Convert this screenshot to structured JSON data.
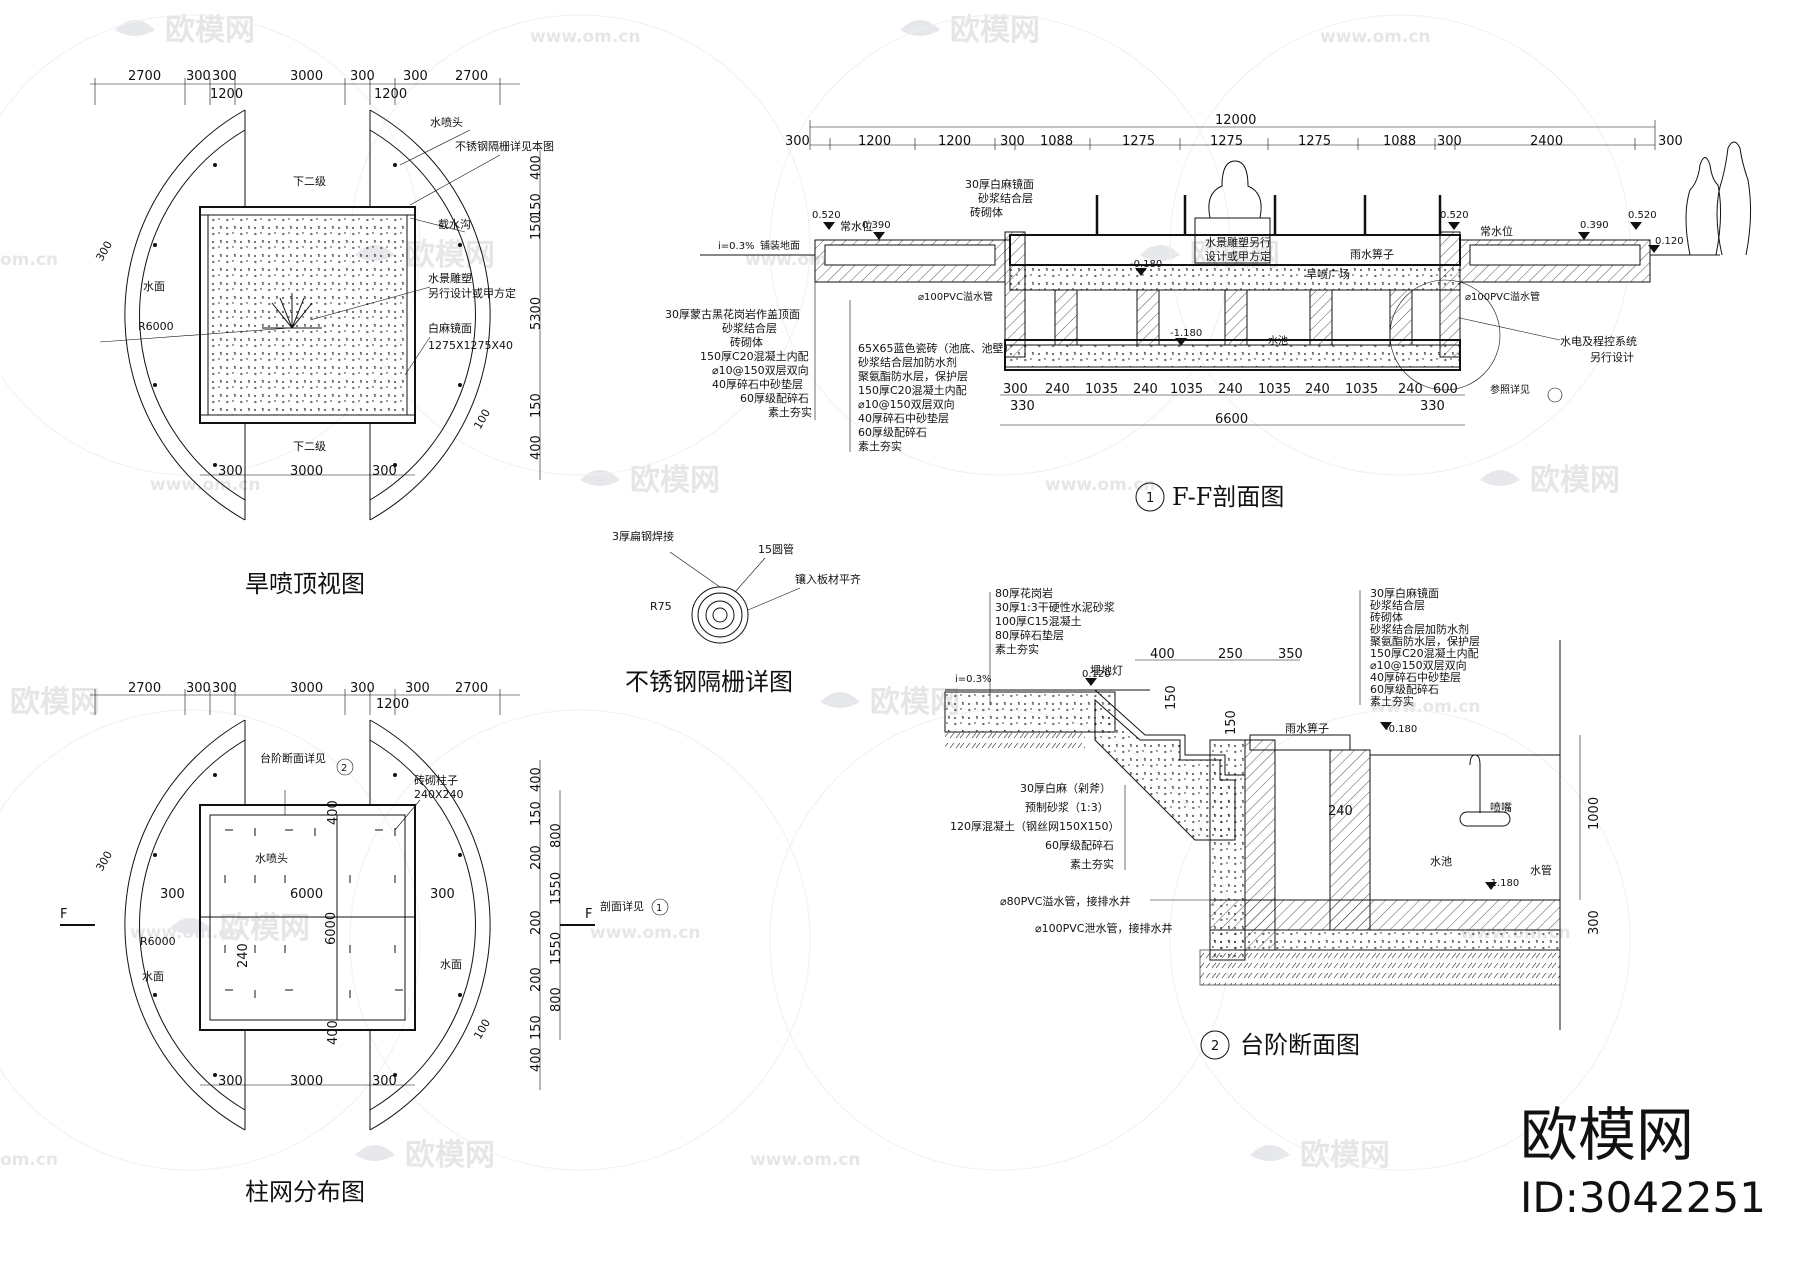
{
  "watermarks": {
    "logo_text": "欧模网",
    "url_text": "www.om.cn",
    "url_short": "om.cn"
  },
  "brand": {
    "name": "欧模网",
    "id_label": "ID:3042251"
  },
  "plan_top": {
    "title": "旱喷顶视图",
    "dims_top": [
      "2700",
      "300",
      "300",
      "3000",
      "300",
      "300",
      "2700"
    ],
    "dims_top2": [
      "1200",
      "1200"
    ],
    "dims_right": [
      "400",
      "150",
      "150",
      "5300",
      "150",
      "400"
    ],
    "dims_bottom": [
      "300",
      "3000",
      "300"
    ],
    "labels": {
      "water_surface": "水面",
      "radius": "R6000",
      "r300": "300",
      "down_top": "下二级",
      "down_bottom": "下二级",
      "nozzle": "水喷头",
      "grille": "不锈钢隔栅详见本图",
      "drain": "截水沟",
      "sculpture": "水景雕塑",
      "sculpture2": "另行设计或甲方定",
      "paving": "白麻镜面",
      "paving_size": "1275X1275X40",
      "r100": "100"
    }
  },
  "plan_grid": {
    "title": "柱网分布图",
    "dims_top": [
      "2700",
      "300",
      "300",
      "3000",
      "300",
      "1200",
      "300",
      "2700"
    ],
    "dims_right": [
      "400",
      "150",
      "800",
      "200",
      "1550",
      "200",
      "1550",
      "200",
      "800",
      "150",
      "400"
    ],
    "dims_bottom": [
      "300",
      "3000",
      "300"
    ],
    "labels": {
      "step_detail": "台阶断面详见",
      "step_ref": "2",
      "brick_col": "砖砌柱子",
      "brick_size": "240X240",
      "nozzle": "水喷头",
      "w6000": "6000",
      "h6000": "6000",
      "left300": "300",
      "right300": "300",
      "water_left": "水面",
      "water_right": "水面",
      "radius": "R6000",
      "r300": "300",
      "section_mark": "F",
      "section_mark2": "F",
      "section_ref_text": "剖面详见",
      "section_ref": "1",
      "d240": "240",
      "d400a": "400",
      "d400b": "400",
      "r100": "100"
    }
  },
  "grille_detail": {
    "title": "不锈钢隔栅详图",
    "labels": {
      "plate": "3厚扁钢焊接",
      "tube": "15圆管",
      "flush": "镶入板材平齐",
      "radius": "R75"
    }
  },
  "section_ff": {
    "title": "F-F剖面图",
    "ref": "1",
    "dim_total": "12000",
    "dims": [
      "300",
      "1200",
      "1200",
      "300",
      "1088",
      "1275",
      "1275",
      "1275",
      "1088",
      "300",
      "2400",
      "300"
    ],
    "dims_bottom": [
      "300",
      "240",
      "1035",
      "240",
      "1035",
      "240",
      "1035",
      "240",
      "1035",
      "240",
      "600"
    ],
    "dims_bottom2": [
      "330",
      "330"
    ],
    "dim_total_bottom": "6600",
    "levels": [
      "0.520",
      "0.390",
      "-0.180",
      "-1.180",
      "0.520",
      "0.390",
      "0.520",
      "0.120"
    ],
    "labels": {
      "normal_water_left": "常水位",
      "normal_water_right": "常水位",
      "slope": "i=0.3%",
      "paving_ground": "铺装地面",
      "finish_right_a": "30厚白麻镜面",
      "finish_right_b": "砂浆结合层",
      "finish_right_c": "砖砌体",
      "sculpture_a": "水景雕塑另行",
      "sculpture_b": "设计或甲方定",
      "drain_grate": "雨水箅子",
      "fountain_plaza": "旱喷广场",
      "overflow_left": "⌀100PVC溢水管",
      "overflow_right": "⌀100PVC溢水管",
      "pool": "水池",
      "mep": "水电及程控系统",
      "mep2": "另行设计",
      "detail_ref": "参照详见",
      "layers_left": [
        "30厚蒙古黑花岗岩作盖顶面",
        "砂浆结合层",
        "砖砌体",
        "150厚C20混凝土内配",
        "⌀10@150双层双向",
        "40厚碎石中砂垫层",
        "60厚级配碎石",
        "素土夯实"
      ],
      "layers_mid": [
        "65X65蓝色瓷砖（池底、池壁）",
        "砂浆结合层加防水剂",
        "聚氨酯防水层，保护层",
        "150厚C20混凝土内配",
        "⌀10@150双层双向",
        "40厚碎石中砂垫层",
        "60厚级配碎石",
        "素土夯实"
      ]
    }
  },
  "section_step": {
    "title": "台阶断面图",
    "ref": "2",
    "dims_top": [
      "400",
      "250",
      "350"
    ],
    "dims_side": [
      "150",
      "150",
      "240",
      "1000",
      "300"
    ],
    "levels": [
      "0.120",
      "-0.180",
      "-1.180"
    ],
    "labels": {
      "slope": "i=0.3%",
      "buried_light": "埋地灯",
      "drain_grate": "雨水箅子",
      "nozzle": "喷嘴",
      "pool": "水池",
      "pipe": "水管",
      "layers_left": [
        "80厚花岗岩",
        "30厚1:3干硬性水泥砂浆",
        "100厚C15混凝土",
        "80厚碎石垫层",
        "素土夯实"
      ],
      "layers_mid": [
        "30厚白麻（剁斧）",
        "预制砂浆（1:3）",
        "120厚混凝土（钢丝网150X150）",
        "60厚级配碎石",
        "素土夯实"
      ],
      "layers_right": [
        "30厚白麻镜面",
        "砂浆结合层",
        "砖砌体",
        "砂浆结合层加防水剂",
        "聚氨酯防水层，保护层",
        "150厚C20混凝土内配",
        "⌀10@150双层双向",
        "40厚碎石中砂垫层",
        "60厚级配碎石",
        "素土夯实"
      ],
      "overflow": "⌀80PVC溢水管，接排水井",
      "drainpipe": "⌀100PVC泄水管，接排水井"
    }
  }
}
